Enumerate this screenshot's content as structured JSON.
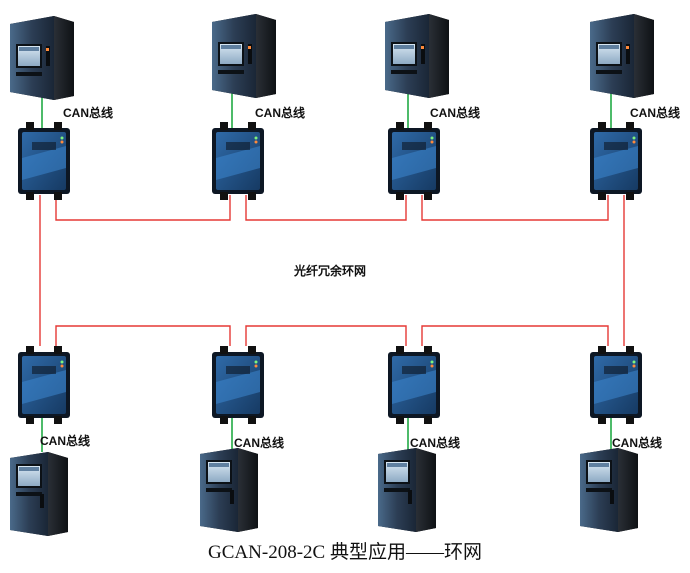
{
  "diagram": {
    "bus_label": "CAN总线",
    "ring_label": "光纤冗余环网",
    "caption": "GCAN-208-2C 典型应用——环网",
    "colors": {
      "fiber": "#e53935",
      "can_bus": "#22aa44",
      "cabinet_dark": "#1c2530",
      "converter_blue": "#1f4f86"
    }
  }
}
